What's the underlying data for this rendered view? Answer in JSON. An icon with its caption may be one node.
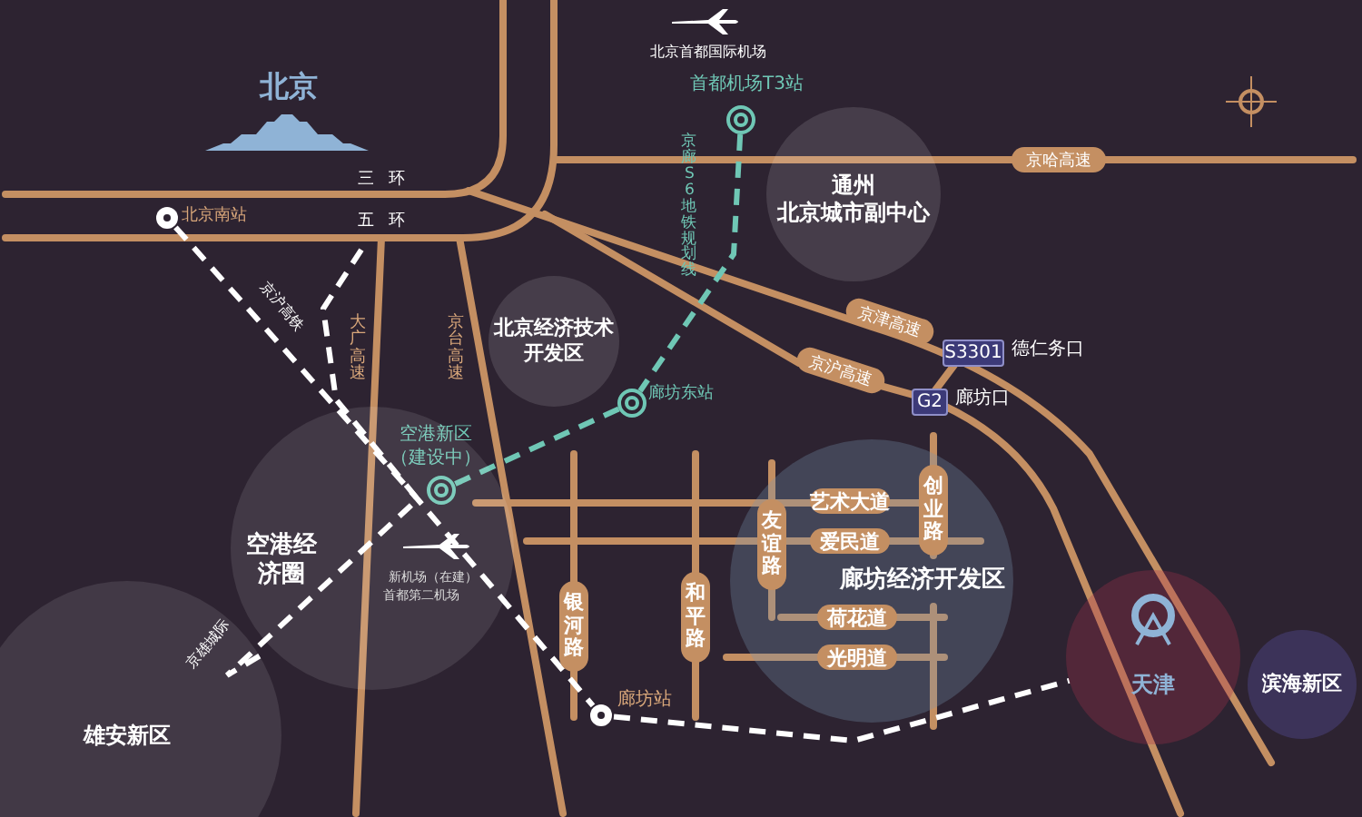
{
  "diagram": {
    "nodes": [
      {
        "text": [],
        "shape": "picture",
        "beside": [
          "首都机场T3站"
        ]
      },
      {
        "text": [
          "通州",
          "北京城市副中心"
        ]
      },
      {
        "text": [
          "京哈高速"
        ]
      },
      {
        "text": [],
        "shape": "picture",
        "beside": [
          "北京南站"
        ]
      },
      {
        "text": [
          "北京经济技术开发区"
        ]
      },
      {
        "text": [
          "京津高速"
        ]
      },
      {
        "text": [
          "S3301"
        ],
        "beside": [
          "德仁务口"
        ]
      },
      {
        "text": [],
        "shape": "picture",
        "beside": [
          "廊坊东站"
        ]
      },
      {
        "text": [
          "京沪高速"
        ]
      },
      {
        "text": [
          "G2"
        ],
        "beside": [
          "廊坊口"
        ]
      },
      {
        "text": [],
        "shape": "picture",
        "beside": [
          "空港新区（建设中）"
        ],
        "in": 11
      },
      {
        "text": [
          "空港经济圈"
        ]
      },
      {
        "text": [
          "廊坊经济开发区"
        ]
      },
      {
        "text": [
          "艺术大道"
        ],
        "in": 12
      },
      {
        "text": [
          "友谊路"
        ],
        "in": 12
      },
      {
        "text": [
          "创业路"
        ],
        "in": 12
      },
      {
        "text": [
          "爱民道"
        ],
        "in": 12
      },
      {
        "text": [
          "荷花道"
        ],
        "in": 12
      },
      {
        "text": [
          "光明道"
        ],
        "in": 12
      },
      {
        "text": [
          "银河路"
        ]
      },
      {
        "text": [
          "和平路"
        ]
      },
      {
        "text": [
          "天津"
        ]
      },
      {
        "text": [
          "滨海新区"
        ]
      },
      {
        "text": [],
        "shape": "picture",
        "beside": [
          "廊坊站"
        ]
      },
      {
        "text": [
          "雄安新区"
        ]
      }
    ],
    "edges": [
      {
        "from": 0,
        "to": 7,
        "arrow": "none",
        "label": "京廊S6地铁规划线",
        "style": "dashed",
        "color": "#6fc7b5"
      },
      {
        "from": 7,
        "to": 10,
        "arrow": "none",
        "style": "dashed",
        "color": "#6fc7b5"
      },
      {
        "from": 3,
        "to": 23,
        "arrow": "none",
        "label": "京沪高铁",
        "style": "dashed"
      },
      {
        "from": 24,
        "to": null,
        "arrow": "none",
        "label": "京雄城际",
        "style": "dashed"
      },
      {
        "from": 23,
        "to": 21,
        "arrow": "none",
        "style": "dashed"
      }
    ],
    "labels": [
      "北京首都国际机场",
      "北京",
      "三环",
      "五环",
      "大广高速",
      "京台高速",
      "新机场（在建）",
      "首都第二机场"
    ]
  }
}
